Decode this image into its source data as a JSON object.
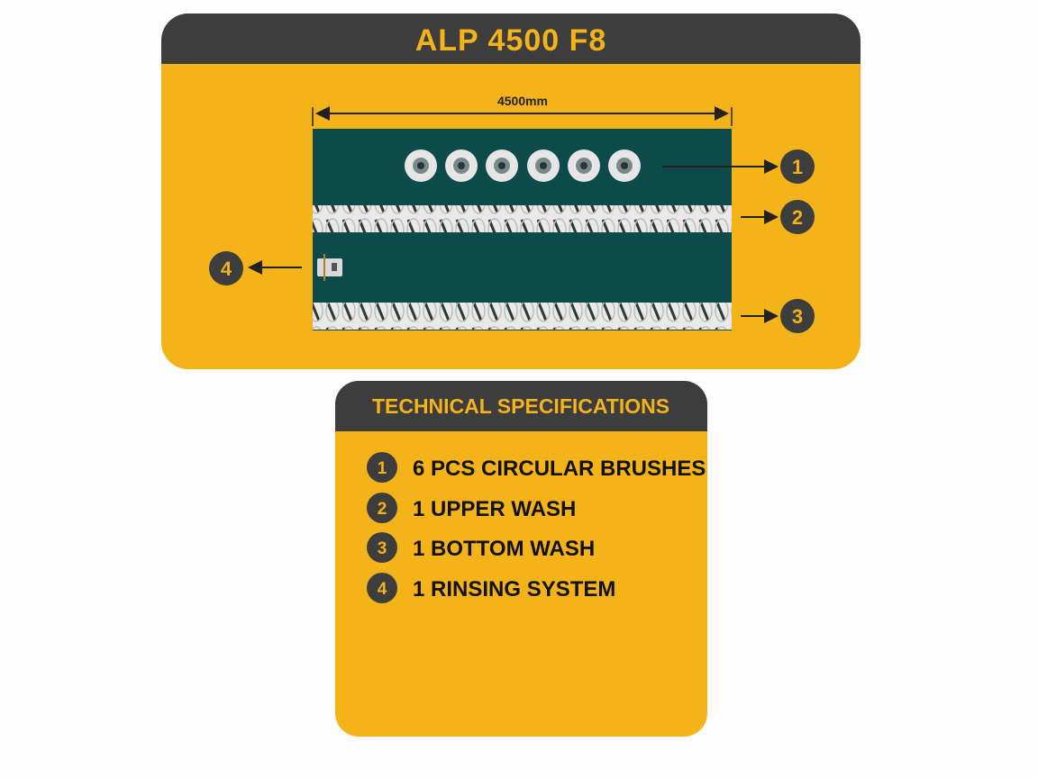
{
  "colors": {
    "yellow": "#f5b31a",
    "dark": "#3d3d3d",
    "machine": "#0d4a4a",
    "brush": "#e8e8e8"
  },
  "diagram": {
    "title": "ALP 4500 F8",
    "dimension_label": "4500mm",
    "markers": [
      "1",
      "2",
      "3",
      "4"
    ]
  },
  "specs": {
    "heading": "TECHNICAL SPECIFICATIONS",
    "items": [
      {
        "num": "1",
        "label": "6 PCS CIRCULAR BRUSHES"
      },
      {
        "num": "2",
        "label": "1 UPPER WASH"
      },
      {
        "num": "3",
        "label": "1 BOTTOM WASH"
      },
      {
        "num": "4",
        "label": "1 RINSING SYSTEM"
      }
    ]
  }
}
